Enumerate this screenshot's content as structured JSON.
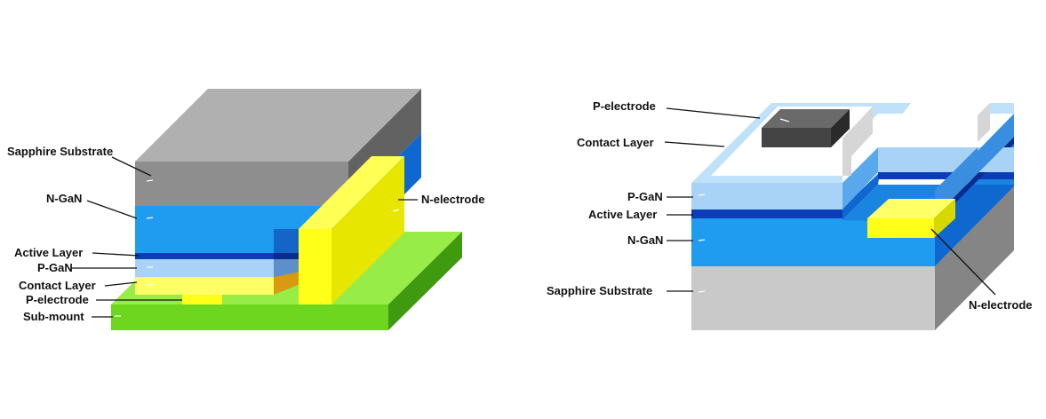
{
  "flip_chip": {
    "labels": {
      "sapphire": "Sapphire Substrate",
      "ngan": "N-GaN",
      "active": "Active Layer",
      "pgan": "P-GaN",
      "contact": "Contact Layer",
      "pelectrode": "P-electrode",
      "submount": "Sub-mount",
      "nelectrode": "N-electrode"
    }
  },
  "lateral": {
    "labels": {
      "pelectrode": "P-electrode",
      "contact": "Contact Layer",
      "pgan": "P-GaN",
      "active": "Active Layer",
      "ngan": "N-GaN",
      "sapphire": "Sapphire Substrate",
      "nelectrode": "N-electrode"
    }
  },
  "colors": {
    "sapphire_flip": "#8e8e8e",
    "sapphire_lateral": "#c9c9c9",
    "ngan": "#1f9bf0",
    "active": "#0b3db8",
    "pgan": "#a9d3f6",
    "contact": "#ffffff",
    "electrode_yellow": "#ffff1a",
    "pelectrode_dark": "#444444",
    "submount": "#7fdd2c"
  }
}
